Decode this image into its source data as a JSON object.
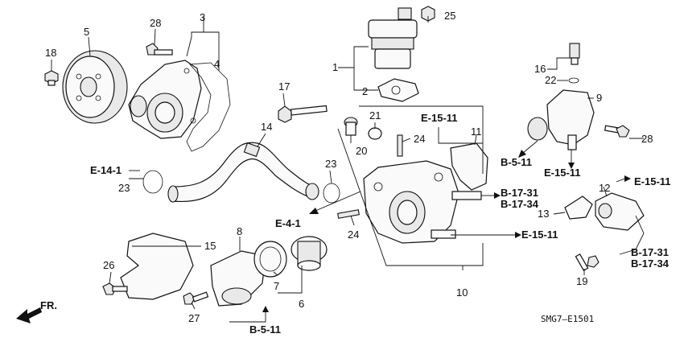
{
  "callouts": {
    "p1": "1",
    "p2": "2",
    "p3": "3",
    "p4": "4",
    "p5": "5",
    "p6": "6",
    "p7": "7",
    "p8": "8",
    "p9": "9",
    "p10": "10",
    "p11": "11",
    "p12": "12",
    "p13": "13",
    "p14": "14",
    "p15": "15",
    "p16": "16",
    "p17": "17",
    "p18": "18",
    "p19": "19",
    "p20": "20",
    "p21": "21",
    "p22": "22",
    "p23a": "23",
    "p23b": "23",
    "p24a": "24",
    "p24b": "24",
    "p25": "25",
    "p26": "26",
    "p27": "27",
    "p28a": "28",
    "p28b": "28"
  },
  "refs": {
    "e15_top": "E-15-11",
    "e15_right": "E-15-11",
    "e15_mid": "E-15-11",
    "e15_low": "E-15-11",
    "e14": "E-14-1",
    "e4": "E-4-1",
    "b5_top": "B-5-11",
    "b5_bottom": "B-5-11",
    "b17_31_a": "B-17-31",
    "b17_34_a": "B-17-34",
    "b17_31_b": "B-17-31",
    "b17_34_b": "B-17-34"
  },
  "front_label": "FR.",
  "diagram_code": "SMG7—E1501"
}
